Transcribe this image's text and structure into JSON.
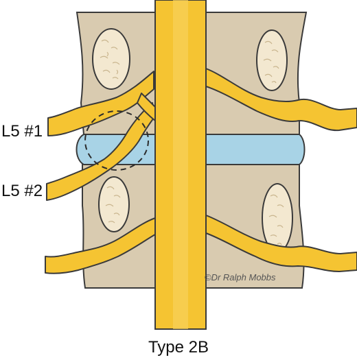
{
  "labels": {
    "root1": "L5 #1",
    "root2": "L5 #2"
  },
  "caption": "Type 2B",
  "copyright": "©Dr Ralph Mobbs",
  "colors": {
    "vertebra": "#d9cbb0",
    "nerve": "#f5c432",
    "disc": "#a8d3e6",
    "outline": "#3a3a3a"
  }
}
